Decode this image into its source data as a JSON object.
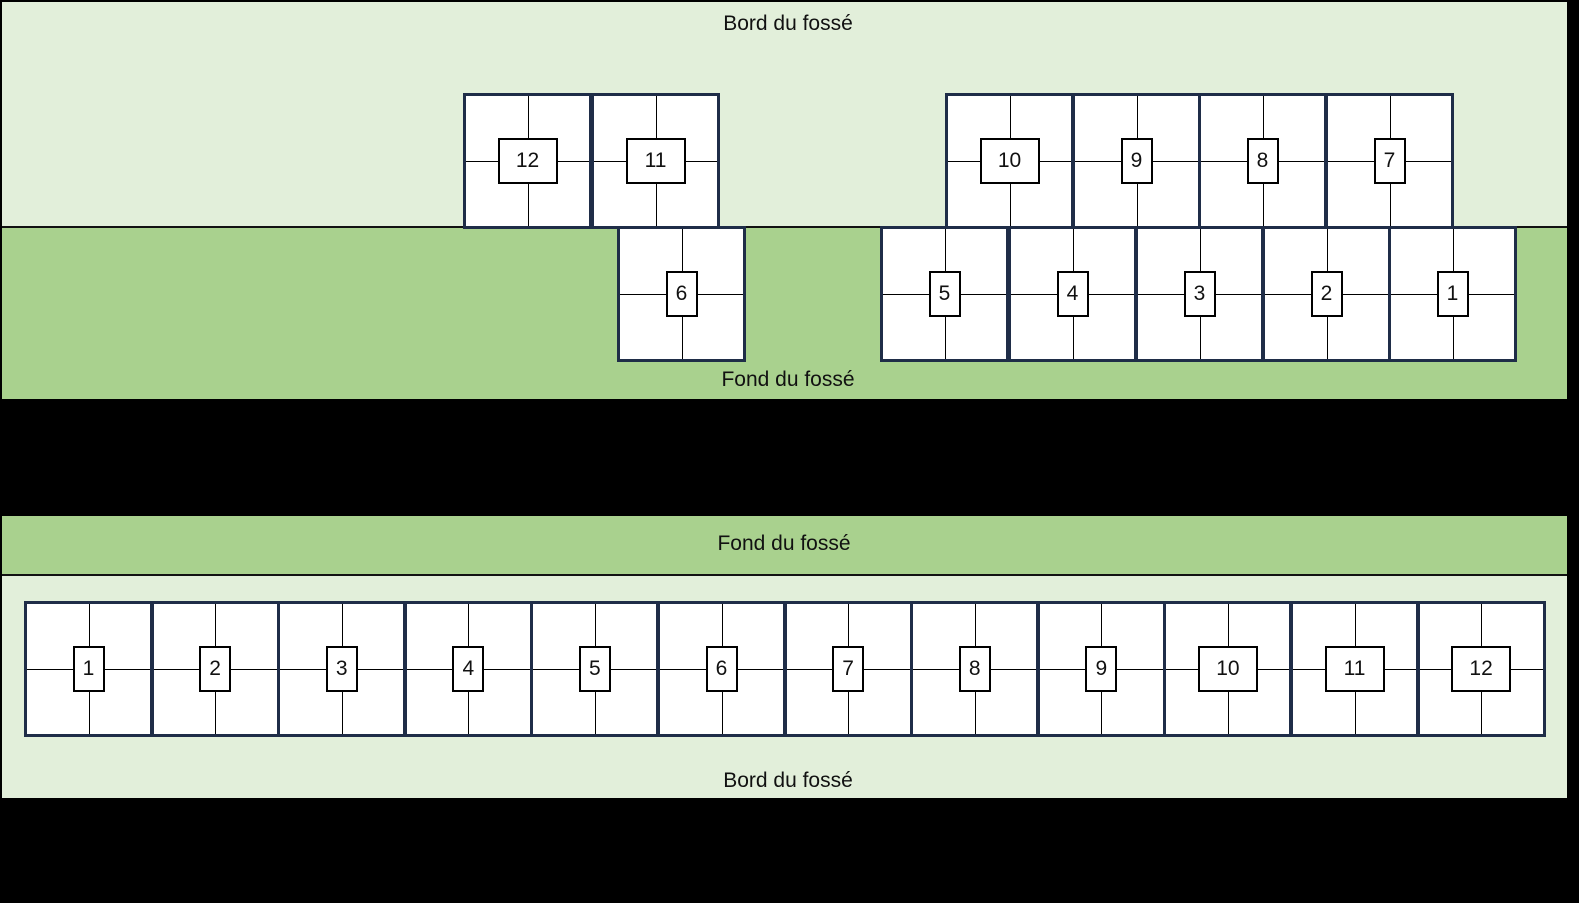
{
  "top_diagram": {
    "bord_label": "Bord du fossé",
    "fond_label": "Fond du fossé",
    "upper_row_plots": [
      "12",
      "11",
      "10",
      "9",
      "8",
      "7"
    ],
    "lower_row_plots": [
      "6",
      "5",
      "4",
      "3",
      "2",
      "1"
    ]
  },
  "bottom_diagram": {
    "fond_label": "Fond du fossé",
    "bord_label": "Bord du fossé",
    "row_plots": [
      "1",
      "2",
      "3",
      "4",
      "5",
      "6",
      "7",
      "8",
      "9",
      "10",
      "11",
      "12"
    ]
  },
  "colors": {
    "bord_zone": "#e2efda",
    "fond_zone": "#a9d18e",
    "plot_border": "#1f2d48",
    "background": "#000000"
  }
}
